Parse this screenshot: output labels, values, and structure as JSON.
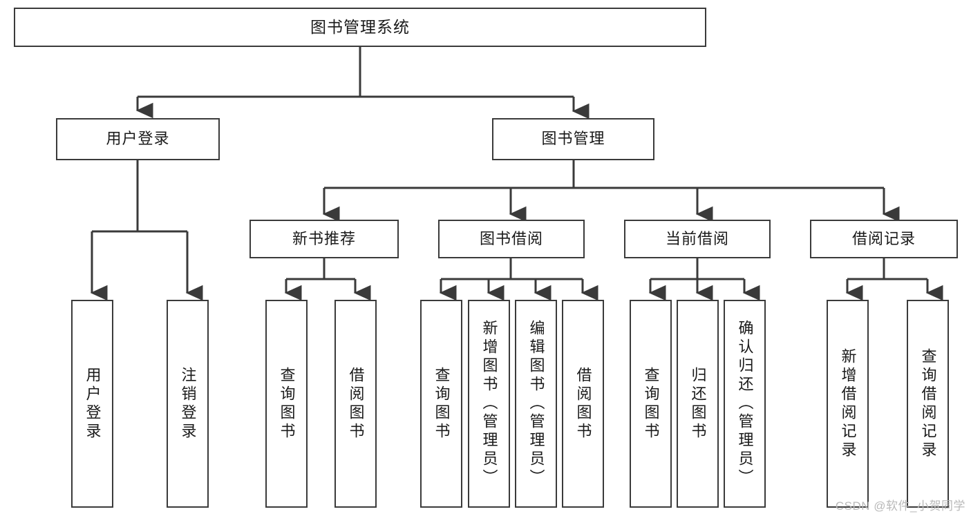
{
  "diagram": {
    "title": "图书管理系统",
    "type": "tree",
    "watermark": "CSDN @软件_小贺同学",
    "colors": {
      "box_border": "#3a3a3a",
      "box_fill": "#ffffff",
      "connector": "#3a3a3a",
      "text": "#1a1a1a",
      "watermark": "#b9b9b9",
      "background": "#ffffff"
    },
    "root": {
      "label": "图书管理系统"
    },
    "level1": [
      {
        "label": "用户登录"
      },
      {
        "label": "图书管理"
      }
    ],
    "level2": [
      {
        "label": "新书推荐"
      },
      {
        "label": "图书借阅"
      },
      {
        "label": "当前借阅"
      },
      {
        "label": "借阅记录"
      }
    ],
    "leaves": {
      "user_login": [
        {
          "label": "用户登录"
        },
        {
          "label": "注销登录"
        }
      ],
      "new_book_recommend": [
        {
          "label": "查询图书"
        },
        {
          "label": "借阅图书"
        }
      ],
      "book_borrow": [
        {
          "label": "查询图书"
        },
        {
          "label": "新增图书（管理员）"
        },
        {
          "label": "编辑图书（管理员）"
        },
        {
          "label": "借阅图书"
        }
      ],
      "current_borrow": [
        {
          "label": "查询图书"
        },
        {
          "label": "归还图书"
        },
        {
          "label": "确认归还（管理员）"
        }
      ],
      "borrow_record": [
        {
          "label": "新增借阅记录"
        },
        {
          "label": "查询借阅记录"
        }
      ]
    }
  }
}
